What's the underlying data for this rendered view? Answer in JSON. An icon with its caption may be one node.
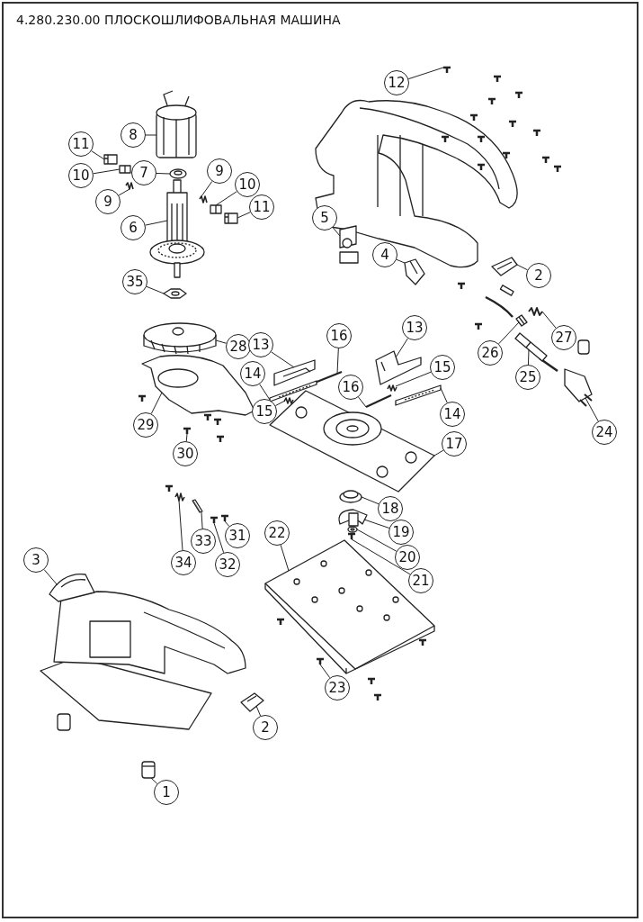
{
  "diagram": {
    "title": "4.280.230.00 ПЛОСКОШЛИФОВАЛЬНАЯ МАШИНА",
    "nodes": [
      {
        "text": [
          "8"
        ]
      },
      {
        "text": [
          "11"
        ]
      },
      {
        "text": [
          "10"
        ]
      },
      {
        "text": [
          "9"
        ]
      },
      {
        "text": [
          "7"
        ]
      },
      {
        "text": [
          "9"
        ]
      },
      {
        "text": [
          "10"
        ]
      },
      {
        "text": [
          "11"
        ]
      },
      {
        "text": [
          "6"
        ]
      },
      {
        "text": [
          "35"
        ]
      },
      {
        "text": [
          "12"
        ]
      },
      {
        "text": [
          "5"
        ]
      },
      {
        "text": [
          "4"
        ]
      },
      {
        "text": [
          "2"
        ]
      },
      {
        "text": [
          "27"
        ]
      },
      {
        "text": [
          "26"
        ]
      },
      {
        "text": [
          "25"
        ]
      },
      {
        "text": [
          "24"
        ]
      },
      {
        "text": [
          "28"
        ]
      },
      {
        "text": [
          "13"
        ]
      },
      {
        "text": [
          "16"
        ]
      },
      {
        "text": [
          "13"
        ]
      },
      {
        "text": [
          "14"
        ]
      },
      {
        "text": [
          "15"
        ]
      },
      {
        "text": [
          "15"
        ]
      },
      {
        "text": [
          "16"
        ]
      },
      {
        "text": [
          "14"
        ]
      },
      {
        "text": [
          "17"
        ]
      },
      {
        "text": [
          "29"
        ]
      },
      {
        "text": [
          "30"
        ]
      },
      {
        "text": [
          "18"
        ]
      },
      {
        "text": [
          "19"
        ]
      },
      {
        "text": [
          "20"
        ]
      },
      {
        "text": [
          "21"
        ]
      },
      {
        "text": [
          "22"
        ]
      },
      {
        "text": [
          "31"
        ]
      },
      {
        "text": [
          "33"
        ]
      },
      {
        "text": [
          "32"
        ]
      },
      {
        "text": [
          "34"
        ]
      },
      {
        "text": [
          "3"
        ]
      },
      {
        "text": [
          "23"
        ]
      },
      {
        "text": [
          "2"
        ]
      },
      {
        "text": [
          "1"
        ]
      },
      {
        "text": [],
        "shape": "picture"
      },
      {
        "text": [],
        "shape": "picture"
      },
      {
        "text": [],
        "shape": "picture"
      },
      {
        "text": [],
        "shape": "picture"
      },
      {
        "text": [],
        "shape": "picture"
      },
      {
        "text": [],
        "shape": "picture"
      },
      {
        "text": [],
        "shape": "picture"
      },
      {
        "text": [],
        "shape": "picture"
      },
      {
        "text": [],
        "shape": "picture"
      },
      {
        "text": [],
        "shape": "picture"
      },
      {
        "text": [],
        "shape": "picture"
      },
      {
        "text": [],
        "shape": "picture"
      },
      {
        "text": [],
        "shape": "picture"
      },
      {
        "text": [],
        "shape": "picture"
      },
      {
        "text": [],
        "shape": "picture"
      },
      {
        "text": [],
        "shape": "picture"
      },
      {
        "text": [],
        "shape": "picture"
      },
      {
        "text": [],
        "shape": "picture"
      },
      {
        "text": [],
        "shape": "picture"
      },
      {
        "text": [],
        "shape": "picture"
      },
      {
        "text": [],
        "shape": "picture"
      },
      {
        "text": [],
        "shape": "picture"
      },
      {
        "text": [],
        "shape": "picture"
      },
      {
        "text": [],
        "shape": "picture"
      },
      {
        "text": [],
        "shape": "picture"
      },
      {
        "text": [],
        "shape": "picture"
      },
      {
        "text": [],
        "shape": "picture"
      },
      {
        "text": [],
        "shape": "picture"
      },
      {
        "text": [],
        "shape": "picture"
      },
      {
        "text": [],
        "shape": "picture"
      },
      {
        "text": [],
        "shape": "picture"
      },
      {
        "text": [],
        "shape": "picture"
      },
      {
        "text": [],
        "shape": "picture"
      },
      {
        "text": [],
        "shape": "picture"
      },
      {
        "text": [],
        "shape": "picture"
      },
      {
        "text": [],
        "shape": "picture"
      },
      {
        "text": [],
        "shape": "picture"
      },
      {
        "text": [],
        "shape": "picture"
      },
      {
        "text": [],
        "shape": "picture"
      },
      {
        "text": [],
        "shape": "picture"
      },
      {
        "text": [],
        "shape": "picture"
      },
      {
        "text": [],
        "shape": "picture"
      },
      {
        "text": [],
        "shape": "picture"
      }
    ],
    "edges": [
      {
        "from": 0,
        "to": 43,
        "arrow": "none"
      },
      {
        "from": 1,
        "to": 44,
        "arrow": "none"
      },
      {
        "from": 2,
        "to": 45,
        "arrow": "none"
      },
      {
        "from": 3,
        "to": 46,
        "arrow": "none"
      },
      {
        "from": 4,
        "to": 47,
        "arrow": "none"
      },
      {
        "from": 5,
        "to": 48,
        "arrow": "none"
      },
      {
        "from": 6,
        "to": 49,
        "arrow": "none"
      },
      {
        "from": 7,
        "to": 50,
        "arrow": "none"
      },
      {
        "from": 8,
        "to": 51,
        "arrow": "none"
      },
      {
        "from": 9,
        "to": 52,
        "arrow": "none"
      },
      {
        "from": 10,
        "to": 53,
        "arrow": "none"
      },
      {
        "from": 11,
        "to": 54,
        "arrow": "none"
      },
      {
        "from": 12,
        "to": 55,
        "arrow": "none"
      },
      {
        "from": 13,
        "to": 56,
        "arrow": "none"
      },
      {
        "from": 14,
        "to": 57,
        "arrow": "none"
      },
      {
        "from": 15,
        "to": 58,
        "arrow": "none"
      },
      {
        "from": 16,
        "to": 59,
        "arrow": "none"
      },
      {
        "from": 17,
        "to": 60,
        "arrow": "none"
      },
      {
        "from": 18,
        "to": 61,
        "arrow": "none"
      },
      {
        "from": 19,
        "to": 62,
        "arrow": "none"
      },
      {
        "from": 20,
        "to": 63,
        "arrow": "none"
      },
      {
        "from": 21,
        "to": 64,
        "arrow": "none"
      },
      {
        "from": 22,
        "to": 65,
        "arrow": "none"
      },
      {
        "from": 23,
        "to": 66,
        "arrow": "none"
      },
      {
        "from": 24,
        "to": 67,
        "arrow": "none"
      },
      {
        "from": 25,
        "to": 68,
        "arrow": "none"
      },
      {
        "from": 26,
        "to": 69,
        "arrow": "none"
      },
      {
        "from": 27,
        "to": 70,
        "arrow": "none"
      },
      {
        "from": 28,
        "to": 71,
        "arrow": "none"
      },
      {
        "from": 29,
        "to": 72,
        "arrow": "none"
      },
      {
        "from": 30,
        "to": 73,
        "arrow": "none"
      },
      {
        "from": 31,
        "to": 74,
        "arrow": "none"
      },
      {
        "from": 32,
        "to": 75,
        "arrow": "none"
      },
      {
        "from": 33,
        "to": 76,
        "arrow": "none"
      },
      {
        "from": 34,
        "to": 77,
        "arrow": "none"
      },
      {
        "from": 35,
        "to": 78,
        "arrow": "none"
      },
      {
        "from": 36,
        "to": 79,
        "arrow": "none"
      },
      {
        "from": 37,
        "to": 80,
        "arrow": "none"
      },
      {
        "from": 38,
        "to": 81,
        "arrow": "none"
      },
      {
        "from": 39,
        "to": 82,
        "arrow": "none"
      },
      {
        "from": 40,
        "to": 83,
        "arrow": "none"
      },
      {
        "from": 41,
        "to": 84,
        "arrow": "none"
      },
      {
        "from": 42,
        "to": 85,
        "arrow": "none"
      }
    ]
  }
}
